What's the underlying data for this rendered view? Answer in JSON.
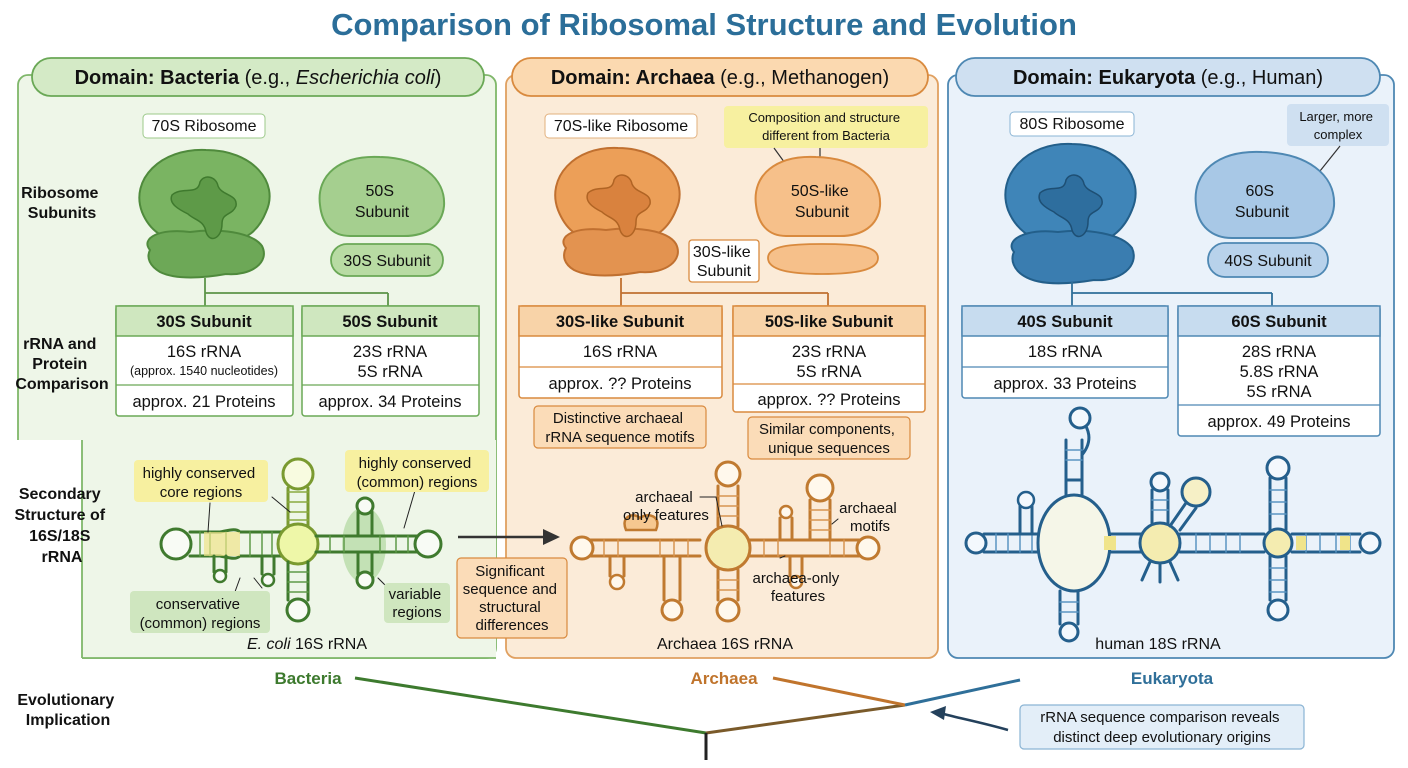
{
  "title": "Comparison of Ribosomal Structure and Evolution",
  "colors": {
    "bacteria": "#4a8c3a",
    "archaea": "#c9782e",
    "eukaryota": "#2f6f99",
    "title": "#2b6e99"
  },
  "row_labels": {
    "subunits": [
      "Ribosome",
      "Subunits"
    ],
    "rrna": [
      "rRNA and",
      "Protein",
      "Comparison"
    ],
    "secondary": [
      "Secondary",
      "Structure of",
      "16S/18S",
      "rRNA"
    ],
    "evolution": [
      "Evolutionary",
      "Implication"
    ]
  },
  "bacteria": {
    "header_prefix": "Domain: Bacteria",
    "header_open": " (e.g., ",
    "header_species": "Escherichia coli",
    "header_close": ")",
    "ribosome": "70S Ribosome",
    "large_subunit": [
      "50S",
      "Subunit"
    ],
    "small_subunit": "30S Subunit",
    "table_small": {
      "title": "30S Subunit",
      "rrna": "16S rRNA",
      "rrna_note": "(approx. 1540 nucleotides)",
      "proteins": "approx. 21 Proteins"
    },
    "table_large": {
      "title": "50S Subunit",
      "rrna": [
        "23S rRNA",
        "5S rRNA"
      ],
      "proteins": "approx. 34 Proteins"
    },
    "callouts": {
      "core": [
        "highly conserved",
        "core regions"
      ],
      "common": [
        "highly conserved",
        "(common) regions"
      ],
      "conservative": [
        "conservative",
        "(common) regions"
      ],
      "variable": [
        "variable",
        "regions"
      ]
    },
    "caption_italic": "E. coli",
    "caption_rest": " 16S rRNA",
    "tree_label": "Bacteria"
  },
  "archaea": {
    "header_prefix": "Domain: Archaea",
    "header_rest": " (e.g., Methanogen)",
    "ribosome": "70S-like Ribosome",
    "composition_note": [
      "Composition and structure",
      "different from Bacteria"
    ],
    "large_subunit": [
      "50S-like",
      "Subunit"
    ],
    "small_subunit": [
      "30S-like",
      "Subunit"
    ],
    "table_small": {
      "title": "30S-like Subunit",
      "rrna": "16S rRNA",
      "proteins": "approx. ?? Proteins"
    },
    "table_large": {
      "title": "50S-like Subunit",
      "rrna": [
        "23S rRNA",
        "5S rRNA"
      ],
      "proteins": "approx. ?? Proteins"
    },
    "motif_note": [
      "Distinctive archaeal",
      "rRNA sequence motifs"
    ],
    "components_note": [
      "Similar components,",
      "unique sequences"
    ],
    "differences_note": [
      "Significant",
      "sequence and",
      "structural",
      "differences"
    ],
    "features_left": [
      "archaeal",
      "only features"
    ],
    "features_motifs": [
      "archaeal",
      "motifs"
    ],
    "features_bottom": [
      "archaea-only",
      "features"
    ],
    "caption": "Archaea 16S rRNA",
    "tree_label": "Archaea"
  },
  "eukaryota": {
    "header_prefix": "Domain: Eukaryota",
    "header_rest": " (e.g., Human)",
    "ribosome": "80S Ribosome",
    "larger_note": [
      "Larger, more",
      "complex"
    ],
    "large_subunit": [
      "60S",
      "Subunit"
    ],
    "small_subunit": "40S Subunit",
    "table_small": {
      "title": "40S Subunit",
      "rrna": "18S rRNA",
      "proteins": "approx. 33 Proteins"
    },
    "table_large": {
      "title": "60S Subunit",
      "rrna": [
        "28S rRNA",
        "5.8S rRNA",
        "5S rRNA"
      ],
      "proteins": "approx. 49 Proteins"
    },
    "caption": "human 18S rRNA",
    "tree_label": "Eukaryota"
  },
  "evolution_note": [
    "rRNA sequence comparison reveals",
    "distinct deep evolutionary origins"
  ]
}
